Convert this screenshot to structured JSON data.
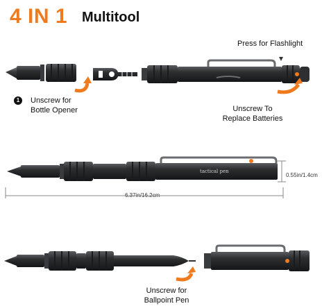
{
  "title": {
    "number": "4 IN 1",
    "text": "Multitool"
  },
  "labels": {
    "flashlight": "Press for Flashlight",
    "badge_number": "1",
    "bottle_line1": "Unscrew for",
    "bottle_line2": "Bottle Opener",
    "batteries_line1": "Unscrew To",
    "batteries_line2": "Replace Batteries",
    "pen_line1": "Unscrew for",
    "pen_line2": "Ballpoint Pen"
  },
  "engraving": "tactical pen",
  "dimensions": {
    "diameter": "0.55in/1.4cm",
    "length": "6.37in/16.2cm"
  },
  "colors": {
    "accent": "#f07a1e",
    "metal": "#2e2f31",
    "metal_light": "#4a4c4f"
  }
}
